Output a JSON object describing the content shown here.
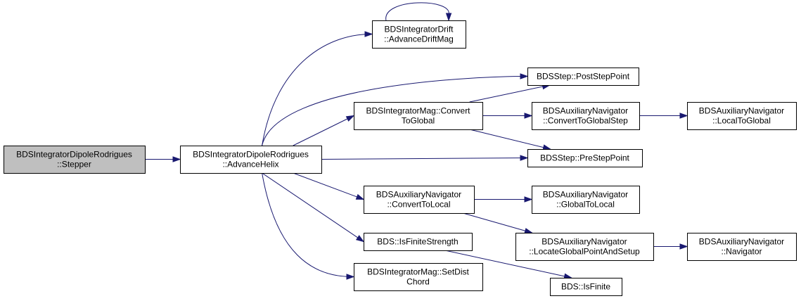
{
  "graph": {
    "nodes": {
      "stepper": [
        "BDSIntegratorDipoleRodrigues",
        "::Stepper"
      ],
      "advance_helix": [
        "BDSIntegratorDipoleRodrigues",
        "::AdvanceHelix"
      ],
      "advance_drift_mag": [
        "BDSIntegratorDrift",
        "::AdvanceDriftMag"
      ],
      "convert_to_global": [
        "BDSIntegratorMag::Convert",
        "ToGlobal"
      ],
      "convert_to_local": [
        "BDSAuxiliaryNavigator",
        "::ConvertToLocal"
      ],
      "is_finite_strength": [
        "BDS::IsFiniteStrength"
      ],
      "set_dist_chord": [
        "BDSIntegratorMag::SetDist",
        "Chord"
      ],
      "post_step_point": [
        "BDSStep::PostStepPoint"
      ],
      "pre_step_point": [
        "BDSStep::PreStepPoint"
      ],
      "convert_to_global_step": [
        "BDSAuxiliaryNavigator",
        "::ConvertToGlobalStep"
      ],
      "global_to_local": [
        "BDSAuxiliaryNavigator",
        "::GlobalToLocal"
      ],
      "locate_global_point": [
        "BDSAuxiliaryNavigator",
        "::LocateGlobalPointAndSetup"
      ],
      "is_finite": [
        "BDS::IsFinite"
      ],
      "local_to_global": [
        "BDSAuxiliaryNavigator",
        "::LocalToGlobal"
      ],
      "navigator": [
        "BDSAuxiliaryNavigator",
        "::Navigator"
      ]
    },
    "edges": [
      [
        "stepper",
        "advance_helix"
      ],
      [
        "advance_helix",
        "advance_drift_mag"
      ],
      [
        "advance_helix",
        "post_step_point"
      ],
      [
        "advance_helix",
        "convert_to_global"
      ],
      [
        "advance_helix",
        "pre_step_point"
      ],
      [
        "advance_helix",
        "convert_to_local"
      ],
      [
        "advance_helix",
        "is_finite_strength"
      ],
      [
        "advance_helix",
        "set_dist_chord"
      ],
      [
        "advance_drift_mag",
        "advance_drift_mag"
      ],
      [
        "convert_to_global",
        "post_step_point"
      ],
      [
        "convert_to_global",
        "convert_to_global_step"
      ],
      [
        "convert_to_global",
        "pre_step_point"
      ],
      [
        "convert_to_global_step",
        "local_to_global"
      ],
      [
        "convert_to_local",
        "global_to_local"
      ],
      [
        "convert_to_local",
        "locate_global_point"
      ],
      [
        "locate_global_point",
        "navigator"
      ],
      [
        "is_finite_strength",
        "is_finite"
      ]
    ],
    "colors": {
      "edge": "#191970",
      "root_fill": "#bfbfbf",
      "node_fill": "#ffffff",
      "node_border": "#000000"
    }
  }
}
